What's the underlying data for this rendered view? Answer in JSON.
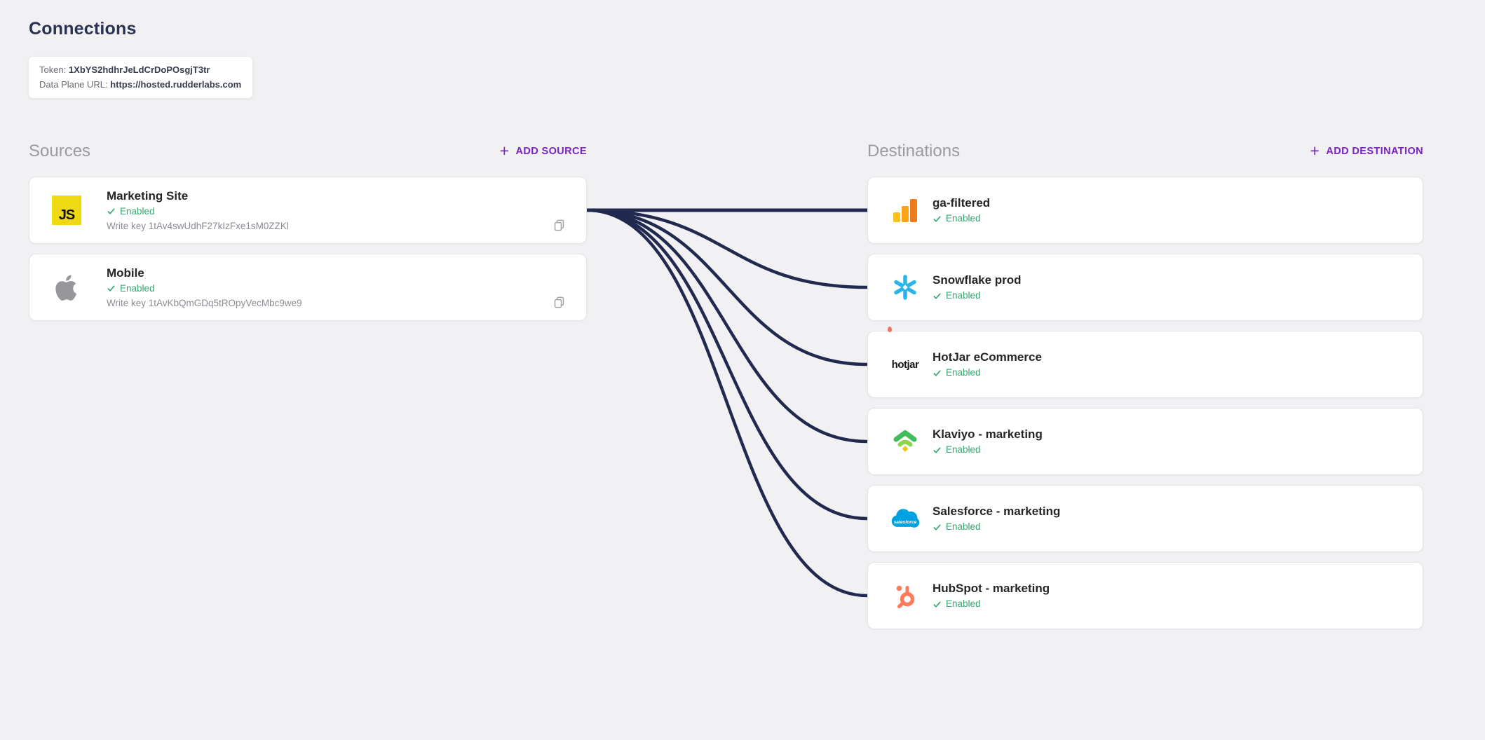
{
  "page": {
    "title": "Connections"
  },
  "meta": {
    "token_label": "Token: ",
    "token_value": "1XbYS2hdhrJeLdCrDoPOsgjT3tr",
    "dataplane_label": "Data Plane URL: ",
    "dataplane_value": "https://hosted.rudderlabs.com"
  },
  "sources": {
    "heading": "Sources",
    "add_button": {
      "plus": "+",
      "label": "ADD SOURCE"
    },
    "items": [
      {
        "name": "Marketing Site",
        "status": "Enabled",
        "write_key": "Write key 1tAv4swUdhF27kIzFxe1sM0ZZKl",
        "icon": "javascript-icon",
        "icon_text": "JS"
      },
      {
        "name": "Mobile",
        "status": "Enabled",
        "write_key": "Write key 1tAvKbQmGDq5tROpyVecMbc9we9",
        "icon": "apple-icon"
      }
    ]
  },
  "destinations": {
    "heading": "Destinations",
    "add_button": {
      "plus": "+",
      "label": "ADD DESTINATION"
    },
    "items": [
      {
        "name": "ga-filtered",
        "status": "Enabled",
        "icon": "google-analytics-icon"
      },
      {
        "name": "Snowflake prod",
        "status": "Enabled",
        "icon": "snowflake-icon"
      },
      {
        "name": "HotJar eCommerce",
        "status": "Enabled",
        "icon": "hotjar-icon",
        "icon_text": "hotjar"
      },
      {
        "name": "Klaviyo - marketing",
        "status": "Enabled",
        "icon": "klaviyo-icon"
      },
      {
        "name": "Salesforce - marketing",
        "status": "Enabled",
        "icon": "salesforce-icon",
        "icon_text": "salesforce"
      },
      {
        "name": "HubSpot - marketing",
        "status": "Enabled",
        "icon": "hubspot-icon"
      }
    ]
  },
  "connections": {
    "from": "Marketing Site",
    "to": [
      "ga-filtered",
      "Snowflake prod",
      "HotJar eCommerce",
      "Klaviyo - marketing",
      "Salesforce - marketing",
      "HubSpot - marketing"
    ]
  },
  "colors": {
    "background": "#f1f1f3",
    "accent_purple": "#7c21c4",
    "status_green": "#34a871",
    "edge_navy": "#212a4e",
    "title_navy": "#2b3254",
    "muted_gray": "#9a9aa1"
  }
}
